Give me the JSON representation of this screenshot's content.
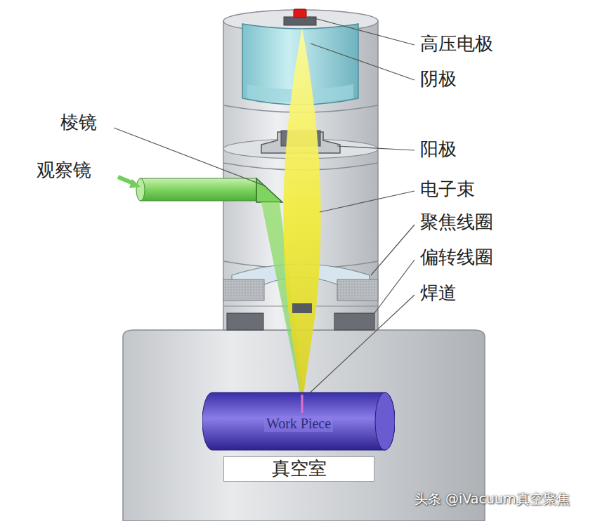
{
  "diagram": {
    "nodes": [
      {
        "text": [
          "Work Piece"
        ]
      },
      {
        "text": [
          "真空室"
        ]
      }
    ],
    "labels": [
      "高压电极",
      "阴极",
      "棱镜",
      "观察镜",
      "阳极",
      "电子束",
      "聚焦线圈",
      "偏转线圈",
      "焊道",
      "头条 @iVacuum真空聚焦"
    ]
  }
}
